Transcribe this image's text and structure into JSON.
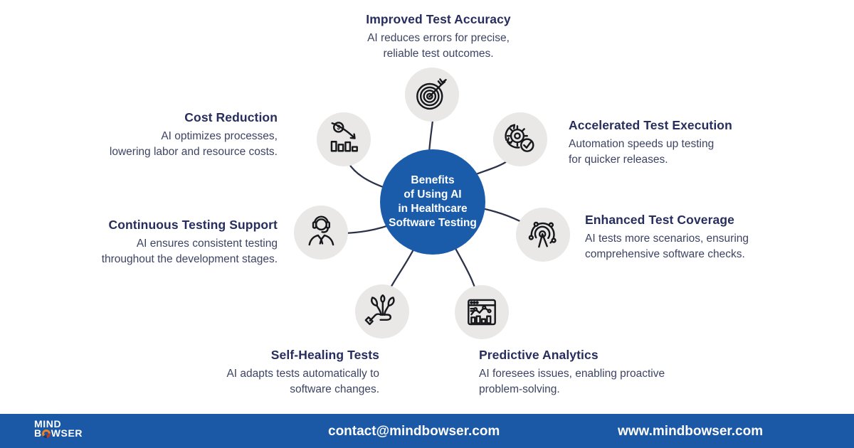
{
  "colors": {
    "hub_blue": "#1a5caa",
    "footer_blue": "#1b58a5",
    "heading_navy": "#272e5d",
    "body_navy": "#3d4463",
    "circle_gray": "#e9e8e6",
    "connector_line": "#2b3149",
    "logo_orange": "#f58220"
  },
  "center": {
    "lines": [
      "Benefits",
      "of Using AI",
      "in Healthcare",
      "Software Testing"
    ]
  },
  "benefits": [
    {
      "title": "Improved Test Accuracy",
      "desc_lines": [
        "AI reduces errors for precise,",
        "reliable test outcomes."
      ],
      "icon": "target-dart-icon"
    },
    {
      "title": "Accelerated Test Execution",
      "desc_lines": [
        "Automation speeds up testing",
        "for quicker releases."
      ],
      "icon": "gear-sync-check-icon"
    },
    {
      "title": "Enhanced Test Coverage",
      "desc_lines": [
        "AI tests more scenarios, ensuring",
        "comprehensive software checks."
      ],
      "icon": "radar-coverage-icon"
    },
    {
      "title": "Predictive Analytics",
      "desc_lines": [
        "AI foresees issues, enabling proactive",
        "problem-solving."
      ],
      "icon": "browser-analytics-icon"
    },
    {
      "title": "Self-Healing Tests",
      "desc_lines": [
        "AI adapts tests automatically to",
        "software changes."
      ],
      "icon": "hand-leaves-icon"
    },
    {
      "title": "Continuous Testing Support",
      "desc_lines": [
        "AI ensures consistent testing",
        "throughout the development stages."
      ],
      "icon": "headset-person-icon"
    },
    {
      "title": "Cost Reduction",
      "desc_lines": [
        "AI optimizes processes,",
        "lowering labor and resource costs."
      ],
      "icon": "bar-chart-dollar-icon"
    }
  ],
  "footer": {
    "logo_line1": "MIND",
    "logo_line2_prefix": "B",
    "logo_line2_suffix": "WSER",
    "email": "contact@mindbowser.com",
    "website": "www.mindbowser.com"
  }
}
